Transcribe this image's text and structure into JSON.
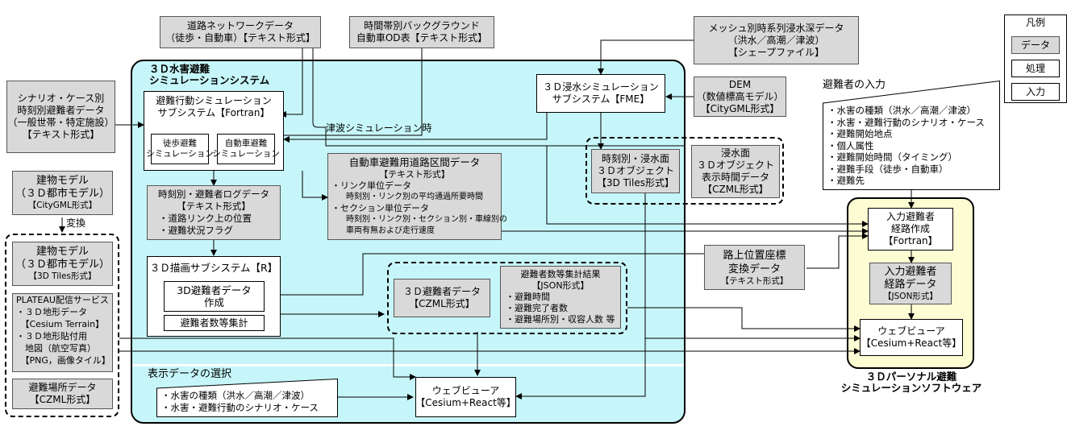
{
  "legend": {
    "title": "凡例",
    "items": [
      "データ",
      "処理",
      "入力"
    ]
  },
  "system_main": {
    "title_1": "３Ｄ水害避難",
    "title_2": "シミュレーションシステム"
  },
  "system_personal": {
    "title_1": "３Ｄパーソナル避難",
    "title_2": "シミュレーションソフトウェア"
  },
  "road_network": [
    "道路ネットワークデータ",
    "（徒歩・自動車）【テキスト形式】"
  ],
  "background_od": [
    "時間帯別バックグラウンド",
    "自動車OD表【テキスト形式】"
  ],
  "mesh_depth": [
    "メッシュ別時系列浸水深データ",
    "（洪水／高潮／津波）",
    "【シェープファイル】"
  ],
  "scenario": [
    "シナリオ・ケース別",
    "時刻別避難者データ",
    "（一般世帯・特定施設）",
    "【テキスト形式】"
  ],
  "evac_sim": {
    "title": [
      "避難行動シミュレーション",
      "サブシステム【Fortran】"
    ],
    "walk": [
      "徒歩避難",
      "シミュレーション"
    ],
    "car": [
      "自動車避難",
      "シミュレーション"
    ]
  },
  "tsunami_label": "津波シミュレーション時",
  "flood_sim": [
    "３Ｄ浸水シミュレーション",
    "サブシステム【FME】"
  ],
  "dem": [
    "DEM",
    "（数値標高モデル）",
    "【CityGML形式】"
  ],
  "evacuee_input": {
    "title": "避難者の入力",
    "items": [
      "・水害の種類（洪水／高潮／津波）",
      "・水害・避難行動のシナリオ・ケース",
      "・避難開始地点",
      "・個人属性",
      "・避難開始時間（タイミング）",
      "・避難手段（徒歩・自動車）",
      "・避難先"
    ]
  },
  "flood_obj": [
    "時刻別・浸水面",
    "３Ｄオブジェクト",
    "【3D Tiles形式】"
  ],
  "flood_time": [
    "浸水面",
    "３Ｄオブジェクト",
    "表示時間データ",
    "【CZML形式】"
  ],
  "building_gml": [
    "建物モデル",
    "（３Ｄ都市モデル）",
    "【CityGML形式】"
  ],
  "convert_label": "変換",
  "building_tiles": [
    "建物モデル",
    "（３Ｄ都市モデル）",
    "【3D Tiles形式】"
  ],
  "plateau": [
    "PLATEAU配信サービス",
    "・３Ｄ地形データ",
    "　【Cesium Terrain】",
    "・３Ｄ地形貼付用",
    "　地図（航空写真）",
    "　【PNG，画像タイル】"
  ],
  "shelter": [
    "避難場所データ",
    "【CZML形式】"
  ],
  "evac_log": [
    "時刻別・避難者ログデータ",
    "【テキスト形式】",
    "・道路リンク上の位置",
    "・避難状況フラグ"
  ],
  "car_route": [
    "自動車避難用道路区間データ",
    "【テキスト形式】",
    "・リンク単位データ",
    "時刻別・リンク別の平均通過所要時間",
    "・セクション単位データ",
    "時刻別・リンク別・セクション別・車線別の",
    "車両有無および走行速度"
  ],
  "draw_sub": {
    "title": "３Ｄ描画サブシステム【R】",
    "create": [
      "3D避難者データ",
      "作成"
    ],
    "count": "避難者数等集計"
  },
  "czml_evac": [
    "３Ｄ避難者データ",
    "【CZML形式】"
  ],
  "count_result": [
    "避難者数等集計結果",
    "【JSON形式】",
    "・避難時間",
    "・避難完了者数",
    "・避難場所別・収容人数 等"
  ],
  "road_coord": [
    "路上位置座標",
    "変換データ",
    "【テキスト形式】"
  ],
  "personal_route_proc": [
    "入力避難者",
    "経路作成",
    "【Fortran】"
  ],
  "personal_route_data": [
    "入力避難者",
    "経路データ",
    "【JSON形式】"
  ],
  "viewer_personal": [
    "ウェブビューア",
    "【Cesium+React等】"
  ],
  "display_select": {
    "title": "表示データの選択",
    "items": [
      "・水害の種類（洪水／高潮／津波）",
      "・水害・避難行動のシナリオ・ケース"
    ]
  },
  "viewer_main": [
    "ウェブビューア",
    "【Cesium+React等】"
  ],
  "colors": {
    "system_bg": "#c6f6f9",
    "personal_bg": "#fdfdd4",
    "data_bg": "#d9d9d9"
  }
}
